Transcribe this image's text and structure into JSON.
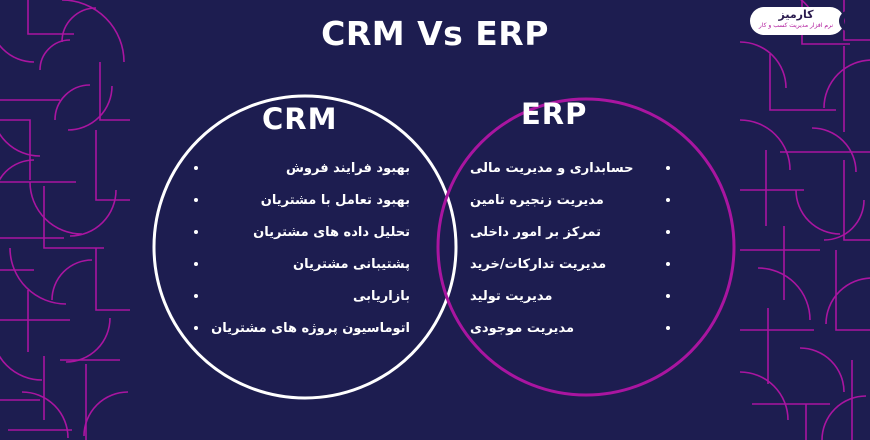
{
  "page": {
    "title": "CRM Vs ERP",
    "background_color": "#1d1d50",
    "accent_color": "#a915a0",
    "text_color": "#ffffff"
  },
  "logo": {
    "name": "کارمیز",
    "tagline": "نرم افزار مدیریت کسب و کار",
    "mark": "karmiz-logo-mark"
  },
  "venn": {
    "left": {
      "heading": "CRM",
      "stroke_color": "#ffffff",
      "items": [
        "بهبود فرایند فروش",
        "بهبود تعامل با مشتریان",
        "تحلیل داده های مشتریان",
        "پشتیبانی مشتریان",
        "بازاریابی",
        "اتوماسیون پروژه های مشتریان"
      ]
    },
    "right": {
      "heading": "ERP",
      "stroke_color": "#a915a0",
      "items": [
        "حسابداری و مدیریت  مالی",
        "مدیریت  زنجیره تامین",
        "تمرکز بر امور داخلی",
        "مدیریت  تدارکات/خرید",
        "مدیریت  تولید",
        "مدیریت  موجودی"
      ]
    }
  }
}
